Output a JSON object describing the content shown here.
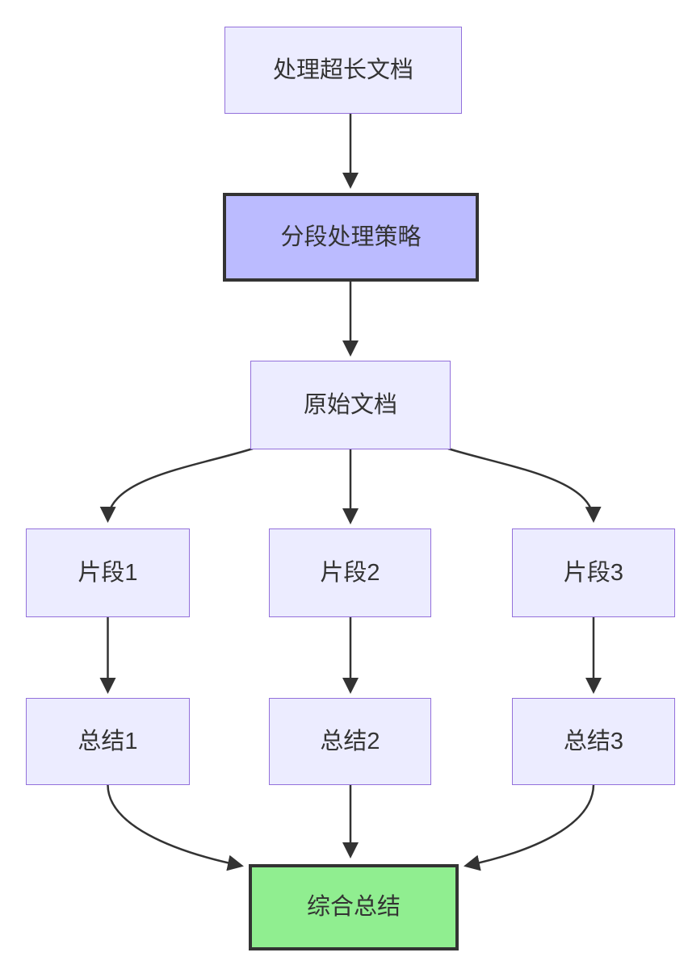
{
  "diagram": {
    "type": "flowchart",
    "direction": "top-down",
    "nodes": {
      "doc": {
        "label": "处理超长文档"
      },
      "strategy": {
        "label": "分段处理策略"
      },
      "source": {
        "label": "原始文档"
      },
      "frag1": {
        "label": "片段1"
      },
      "frag2": {
        "label": "片段2"
      },
      "frag3": {
        "label": "片段3"
      },
      "sum1": {
        "label": "总结1"
      },
      "sum2": {
        "label": "总结2"
      },
      "sum3": {
        "label": "总结3"
      },
      "final": {
        "label": "综合总结"
      }
    },
    "edges": [
      {
        "from": "处理超长文档",
        "to": "分段处理策略"
      },
      {
        "from": "分段处理策略",
        "to": "原始文档"
      },
      {
        "from": "原始文档",
        "to": "片段1"
      },
      {
        "from": "原始文档",
        "to": "片段2"
      },
      {
        "from": "原始文档",
        "to": "片段3"
      },
      {
        "from": "片段1",
        "to": "总结1"
      },
      {
        "from": "片段2",
        "to": "总结2"
      },
      {
        "from": "片段3",
        "to": "总结3"
      },
      {
        "from": "总结1",
        "to": "综合总结"
      },
      {
        "from": "总结2",
        "to": "综合总结"
      },
      {
        "from": "总结3",
        "to": "综合总结"
      }
    ],
    "colors": {
      "background": "#FFFFFF",
      "node_fill": "#ECECFF",
      "node_stroke": "#9370DB",
      "emphasis_fill": "#BBBBFF",
      "emphasis_stroke": "#333333",
      "result_fill": "#90EE90",
      "result_stroke": "#333333",
      "edge": "#333333",
      "text": "#333333"
    }
  }
}
